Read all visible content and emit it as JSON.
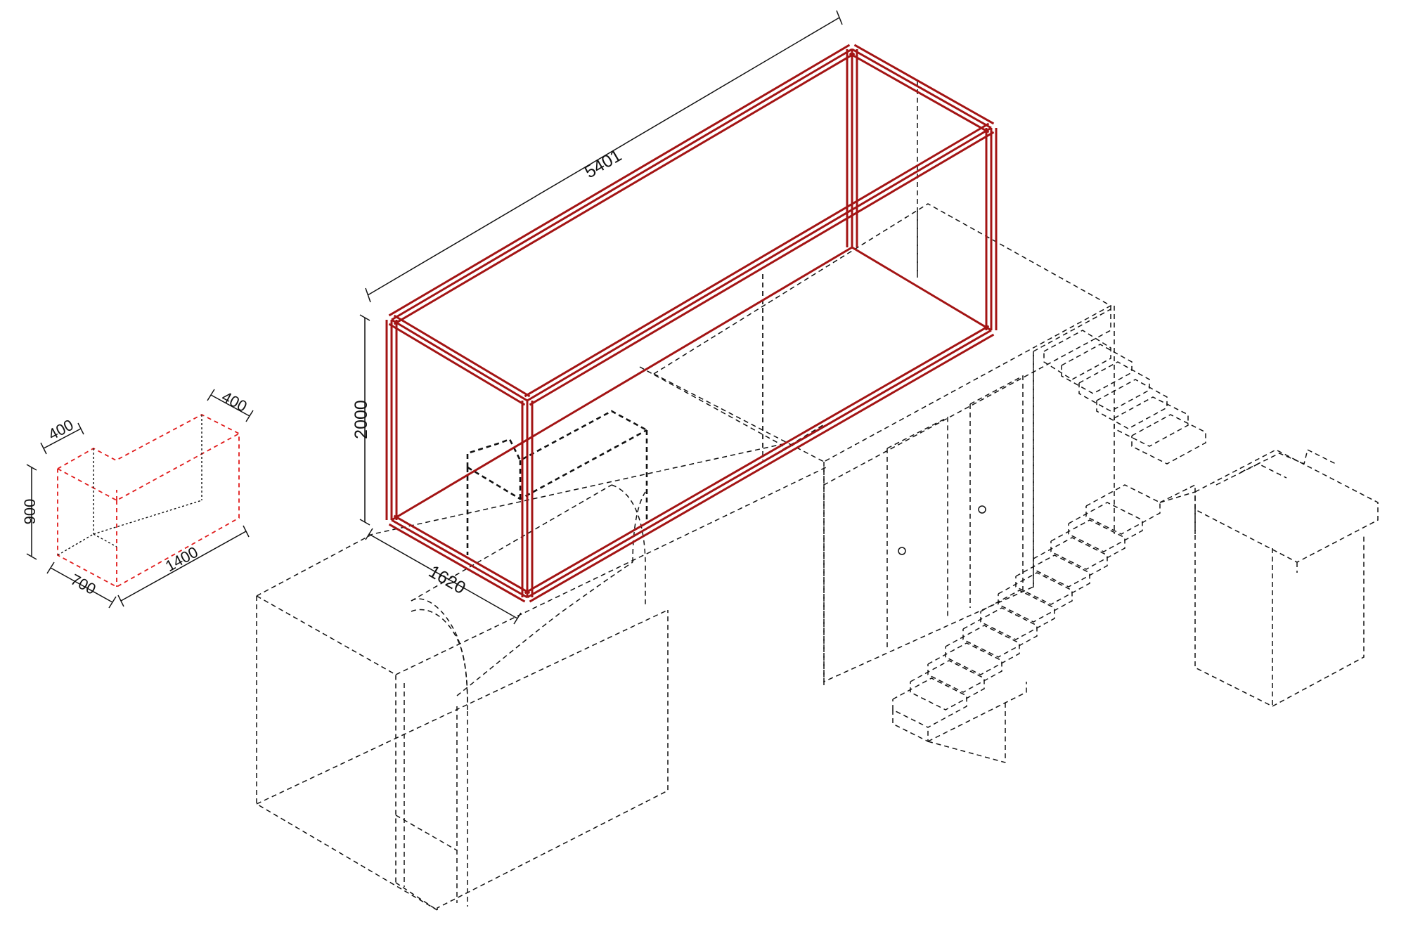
{
  "colors": {
    "frame": "#a31414",
    "accent_dash": "#e01b1b",
    "line": "#111111"
  },
  "dimensions": {
    "frame_length": "5401",
    "frame_height": "2000",
    "frame_depth": "1620",
    "block_height": "900",
    "block_depth": "700",
    "block_length": "1400",
    "block_top_short": "400",
    "block_top_end": "400"
  }
}
